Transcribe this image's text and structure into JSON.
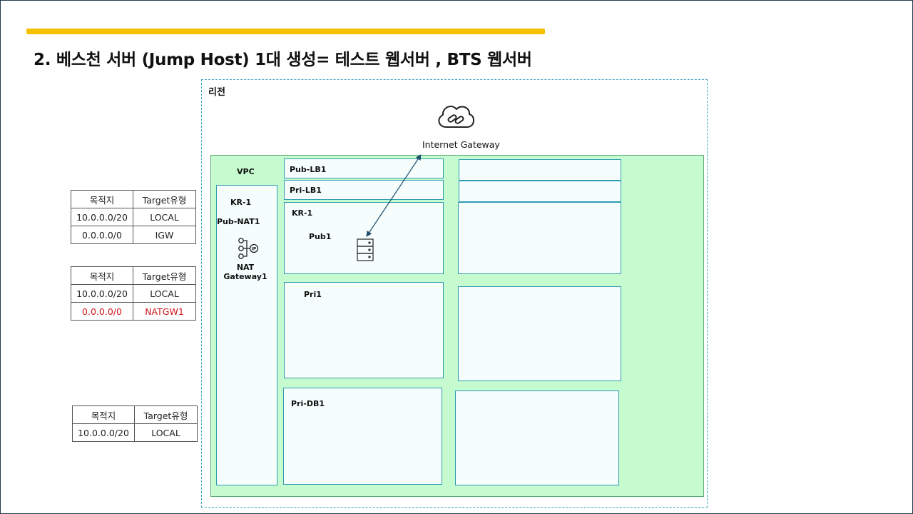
{
  "slide": {
    "title": "2. 베스천 서버 (Jump Host) 1대 생성= 테스트 웹서버 , BTS 웹서버"
  },
  "route_tables": [
    {
      "header": [
        "목적지",
        "Target유형"
      ],
      "rows": [
        {
          "dest": "10.0.0.0/20",
          "target": "LOCAL"
        },
        {
          "dest": "0.0.0.0/0",
          "target": "IGW"
        }
      ]
    },
    {
      "header": [
        "목적지",
        "Target유형"
      ],
      "rows": [
        {
          "dest": "10.0.0.0/20",
          "target": "LOCAL"
        },
        {
          "dest": "0.0.0.0/0",
          "target": "NATGW1",
          "highlight_color": "#d0141a"
        }
      ]
    },
    {
      "header": [
        "목적지",
        "Target유형"
      ],
      "rows": [
        {
          "dest": "10.0.0.0/20",
          "target": "LOCAL"
        }
      ]
    }
  ],
  "diagram": {
    "region_label": "리전",
    "internet_gateway": {
      "label": "Internet Gateway",
      "icon": "cloud-link-icon"
    },
    "vpc_label": "VPC",
    "az_label": "KR-1",
    "nat": {
      "subnet_label": "Pub-NAT1",
      "gateway_line1": "NAT",
      "gateway_line2": "Gateway1",
      "icon": "nat-gateway-icon"
    },
    "subnets": {
      "pub_lb": "Pub-LB1",
      "pri_lb": "Pri-LB1",
      "az_label": "KR-1",
      "pub": "Pub1",
      "pri": "Pri1",
      "pri_db": "Pri-DB1"
    },
    "server_icon": "server-icon",
    "colors": {
      "vpc_fill": "#c6fbcf",
      "subnet_border": "#2f9cb3",
      "accent": "#f5c000",
      "highlight": "#d0141a"
    }
  }
}
